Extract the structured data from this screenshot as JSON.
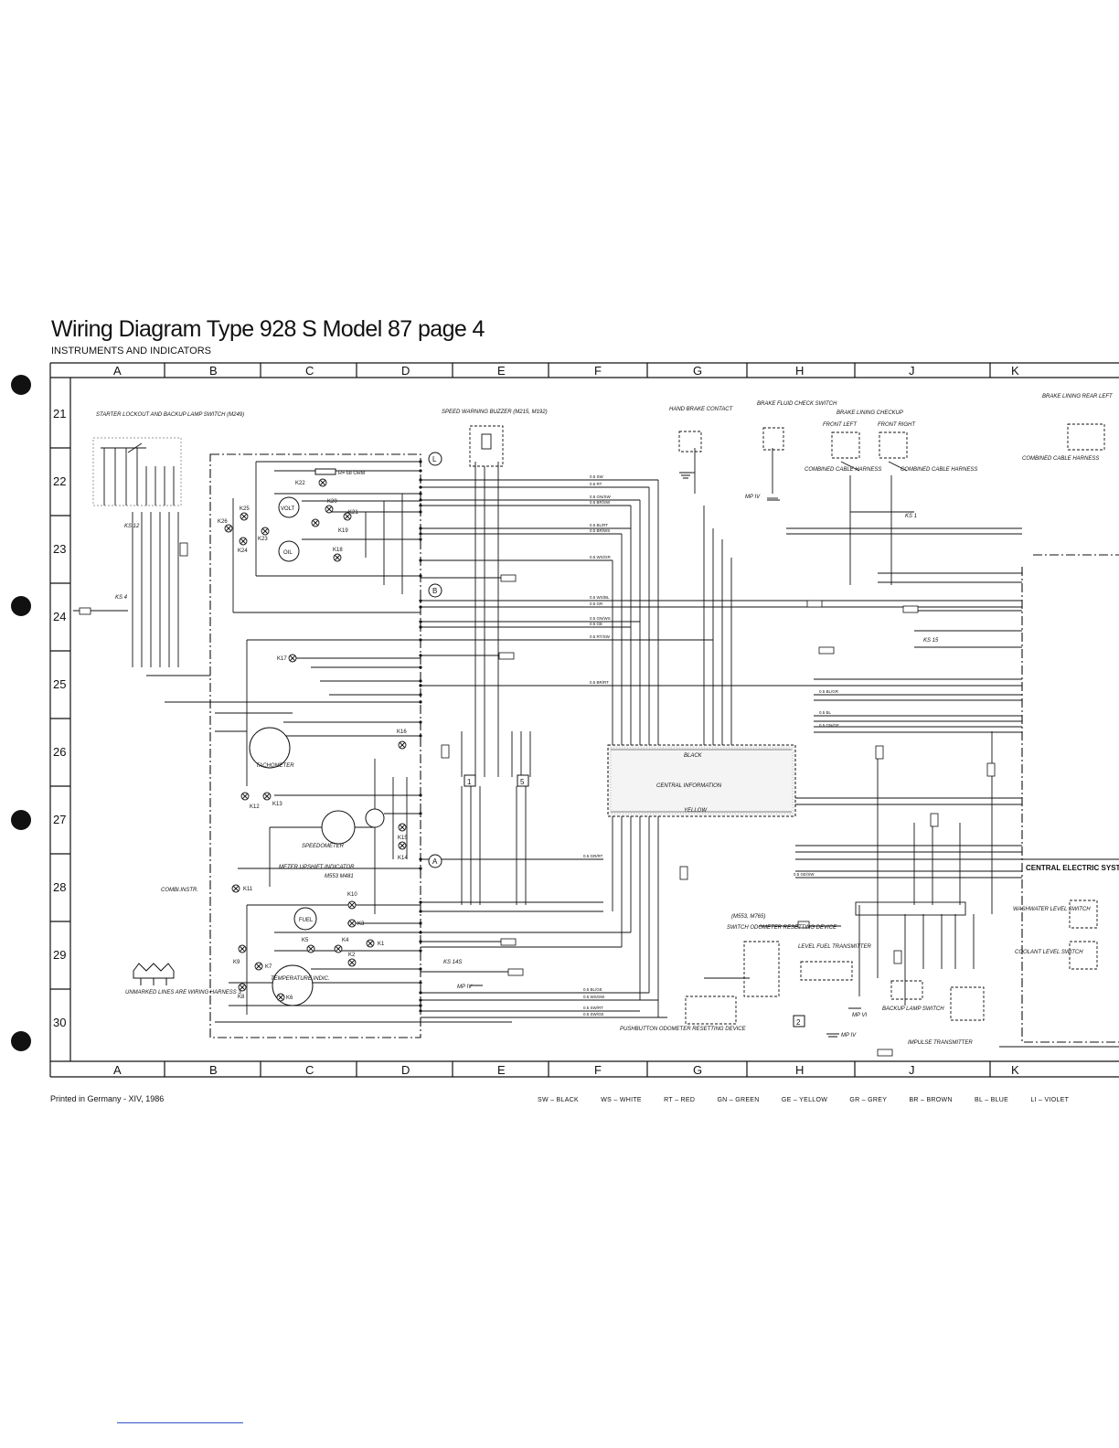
{
  "header": {
    "title": "Wiring Diagram Type 928 S Model 87 page 4",
    "subtitle": "INSTRUMENTS AND INDICATORS"
  },
  "footer": {
    "printed": "Printed in Germany - XIV, 1986"
  },
  "color_legend": [
    "SW – BLACK",
    "WS – WHITE",
    "RT – RED",
    "GN – GREEN",
    "GE – YELLOW",
    "GR – GREY",
    "BR – BROWN",
    "BL – BLUE",
    "LI – VIOLET"
  ],
  "grid": {
    "columns": [
      "A",
      "B",
      "C",
      "D",
      "E",
      "F",
      "G",
      "H",
      "J",
      "K"
    ],
    "rows": [
      "21",
      "22",
      "23",
      "24",
      "25",
      "26",
      "27",
      "28",
      "29",
      "30"
    ]
  },
  "components": {
    "starter_lockout": "STARTER LOCKOUT AND BACKUP LAMP SWITCH (M249)",
    "speed_buzzer": "SPEED WARNING BUZZER (M215, M192)",
    "hand_brake": "HAND BRAKE CONTACT",
    "brake_fluid": "BRAKE FLUID CHECK SWITCH",
    "brake_lining": "BRAKE LINING CHECKUP",
    "front_left": "FRONT LEFT",
    "front_right": "FRONT RIGHT",
    "brake_rear_left": "BRAKE LINING REAR LEFT",
    "combined_cable_1": "COMBINED CABLE HARNESS",
    "combined_cable_2": "COMBINED CABLE HARNESS",
    "combined_cable_3": "COMBINED CABLE HARNESS",
    "tachometer": "TACHOMETER",
    "speedometer": "SPEEDOMETER",
    "upshift": "METER UPSHIFT INDICATOR",
    "upshift_models": "M553 M481",
    "combi_instr": "COMBI.INSTR.",
    "temperature": "TEMPERATURE INDIC.",
    "central_info": "CENTRAL INFORMATION",
    "black": "BLACK",
    "yellow": "YELLOW",
    "switch_odometer": "SWITCH ODOMETER RESETTING DEVICE",
    "switch_odometer_models": "(M553, M765)",
    "level_fuel": "LEVEL FUEL TRANSMITTER",
    "pushbutton": "PUSHBUTTON ODOMETER RESETTING DEVICE",
    "backup_lamp": "BACKUP LAMP SWITCH",
    "impulse": "IMPULSE TRANSMITTER",
    "central_electric": "CENTRAL ELECTRIC SYSTEM",
    "washwater": "WASHWATER LEVEL SWITCH",
    "coolant": "COOLANT LEVEL SWITCH",
    "unmarked": "UNMARKED LINES ARE WIRING HARNESS 3",
    "resistor": "R= 68 OHM",
    "volt": "VOLT",
    "oil": "OIL",
    "fuel": "FUEL",
    "mp_iv": "MP IV",
    "mp_vi": "MP VI",
    "ks1": "KS 1",
    "ks4": "KS 4",
    "ks12": "KS 12",
    "ks15": "KS 15",
    "ks14s": "KS 14S",
    "circle_l": "L",
    "circle_b": "B",
    "circle_a": "A"
  },
  "lamp_labels": [
    "K22",
    "K20",
    "K21",
    "K19",
    "K25",
    "K26",
    "K23",
    "K24",
    "K18",
    "K17",
    "K16",
    "K12",
    "K13",
    "K15",
    "K14",
    "K11",
    "K10",
    "K3",
    "K5",
    "K4",
    "K2",
    "K1",
    "K9",
    "K7",
    "K8",
    "K6"
  ],
  "wire_labels": [
    "0.5 SW",
    "0.5 RT",
    "0.5 GN/SW",
    "0.5 BR/SW",
    "0.5 BL/RT",
    "0.5 BR/WS",
    "0.5 WS/GR",
    "0.5 WS/BL",
    "0.5 GR",
    "0.5 GN/WS",
    "0.5 GE",
    "0.5 RT/SW",
    "0.5 BR/RT",
    "0.5 BL/GR",
    "0.5 BL",
    "0.5 GN/GE",
    "0.5 BL/GE",
    "0.5 WS/SW",
    "0.5 SW/RT",
    "0.5 SW/GE",
    "0.5 GE/SW",
    "0.5 GR/RT"
  ]
}
